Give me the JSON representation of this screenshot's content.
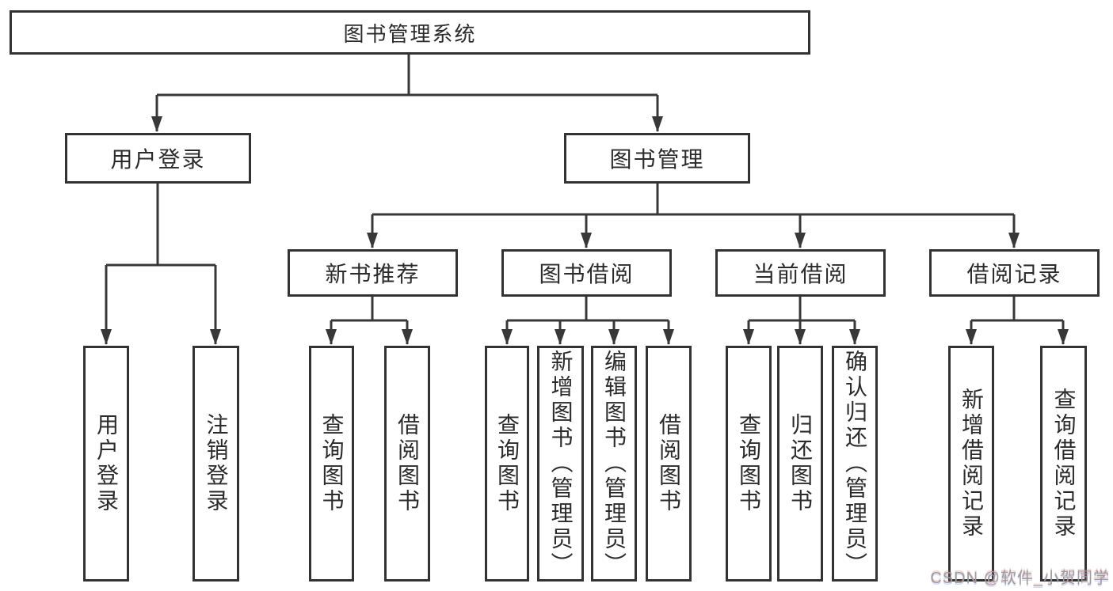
{
  "diagram": {
    "root": "图书管理系统",
    "branches": [
      {
        "label": "用户登录",
        "children": [
          "用户登录",
          "注销登录"
        ]
      },
      {
        "label": "图书管理",
        "children": [
          {
            "label": "新书推荐",
            "children": [
              "查询图书",
              "借阅图书"
            ]
          },
          {
            "label": "图书借阅",
            "children": [
              "查询图书",
              "新增图书（管理员）",
              "编辑图书（管理员）",
              "借阅图书"
            ]
          },
          {
            "label": "当前借阅",
            "children": [
              "查询图书",
              "归还图书",
              "确认归还（管理员）"
            ]
          },
          {
            "label": "借阅记录",
            "children": [
              "新增借阅记录",
              "查询借阅记录"
            ]
          }
        ]
      }
    ]
  },
  "watermark": "CSDN @软件_小贺同学",
  "colors": {
    "line": "#383838",
    "box_border": "#333333",
    "text": "#2b2b2b",
    "watermark": "#9c9c9c",
    "background": "#ffffff"
  }
}
